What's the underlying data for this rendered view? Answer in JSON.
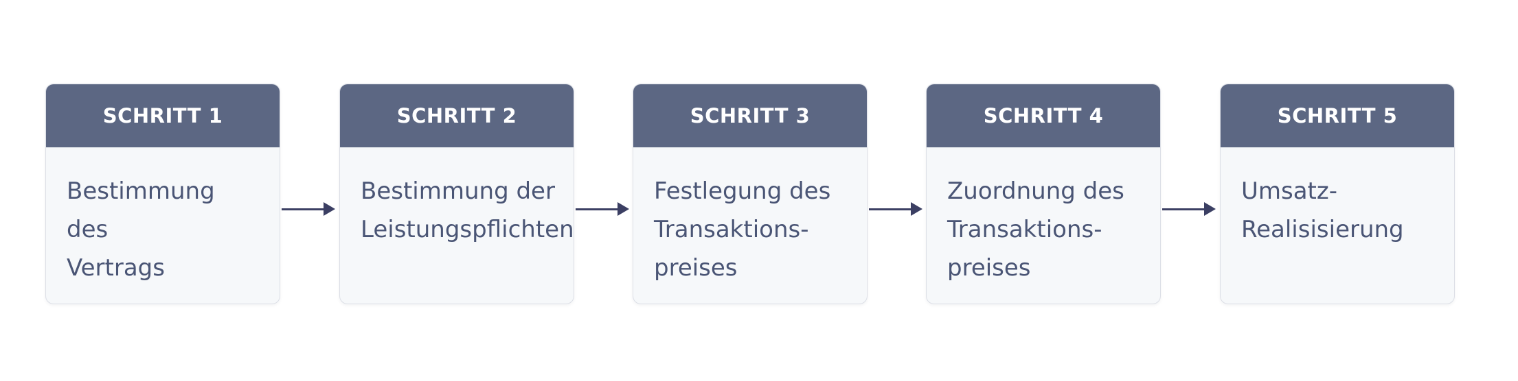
{
  "steps": [
    {
      "label": "SCHRITT 1",
      "text": "Bestimmung des\nVertrags"
    },
    {
      "label": "SCHRITT 2",
      "text": "Bestimmung der\nLeistungspflichten"
    },
    {
      "label": "SCHRITT 3",
      "text": "Festlegung des\nTransaktions-\npreises"
    },
    {
      "label": "SCHRITT 4",
      "text": "Zuordnung des\nTransaktions-\npreises"
    },
    {
      "label": "SCHRITT 5",
      "text": "Umsatz-\nRealisisierung"
    }
  ],
  "colors": {
    "header_bg": "#5c6783",
    "card_bg": "#f6f8fa",
    "text": "#4a5575",
    "arrow": "#3b3f63"
  }
}
